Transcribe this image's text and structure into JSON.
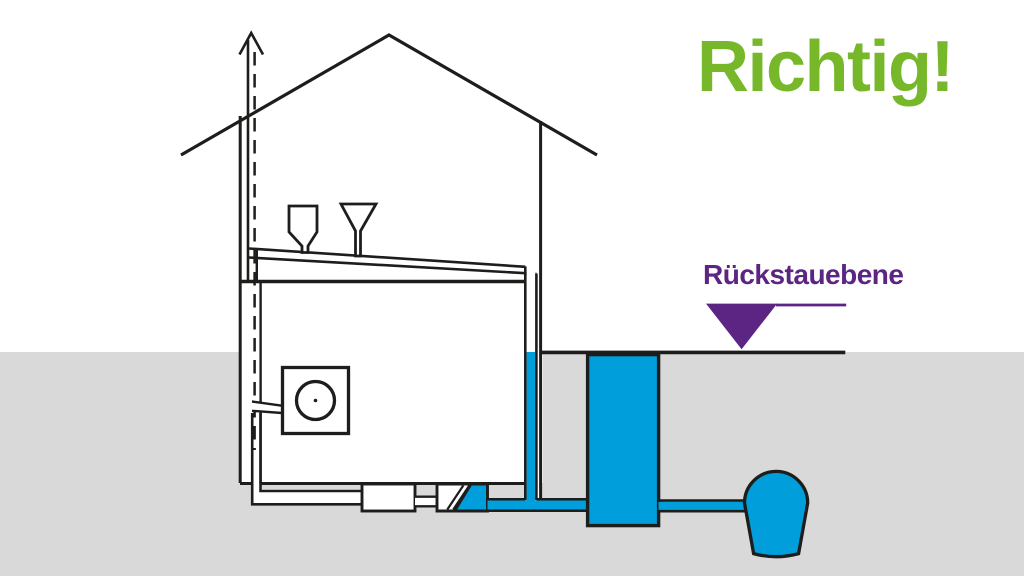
{
  "labels": {
    "richtig": "Richtig!",
    "rueckstauebene": "Rückstauebene"
  },
  "colors": {
    "green": "#76b82a",
    "purple": "#5c2483",
    "blue": "#009edb",
    "ground": "#d9d9d9",
    "line": "#1d1d1b",
    "background": "#ffffff"
  },
  "diagram": {
    "type": "house-cross-section-backflow-protection",
    "elements": [
      "roof",
      "vent-stack-with-arrow",
      "floor-drain-hopper",
      "floor-drain-funnel",
      "sloped-collector-pipe",
      "washing-machine",
      "basement",
      "cleanout-access-box",
      "backflow-valve",
      "buried-drain-pipe",
      "sewer-shaft",
      "sewer-main-pipe",
      "ground",
      "backflow-level-marker"
    ],
    "marker": {
      "symbol": "downward-triangle",
      "text": "Rückstauebene"
    },
    "verdict": {
      "text": "Richtig!"
    }
  }
}
